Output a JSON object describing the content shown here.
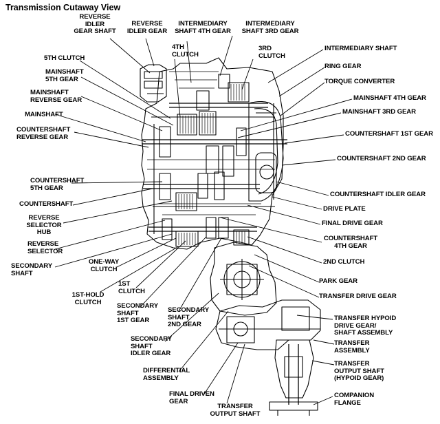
{
  "title": "Transmission Cutaway View",
  "labels": {
    "reverse_idler_gear_shaft": "REVERSE\nIDLER\nGEAR SHAFT",
    "reverse_idler_gear": "REVERSE\nIDLER GEAR",
    "intermediary_shaft_4th_gear": "INTERMEDIARY\nSHAFT 4TH GEAR",
    "intermediary_shaft_3rd_gear": "INTERMEDIARY\nSHAFT 3RD GEAR",
    "clutch_4th": "4TH\nCLUTCH",
    "clutch_3rd": "3RD\nCLUTCH",
    "clutch_5th": "5TH CLUTCH",
    "intermediary_shaft": "INTERMEDIARY SHAFT",
    "ring_gear": "RING GEAR",
    "mainshaft_5th_gear": "MAINSHAFT\n5TH GEAR",
    "torque_converter": "TORQUE CONVERTER",
    "mainshaft_reverse_gear": "MAINSHAFT\nREVERSE GEAR",
    "mainshaft_4th_gear": "MAINSHAFT 4TH GEAR",
    "mainshaft": "MAINSHAFT",
    "mainshaft_3rd_gear": "MAINSHAFT 3RD GEAR",
    "countershaft_reverse_gear": "COUNTERSHAFT\nREVERSE GEAR",
    "countershaft_1st_gear": "COUNTERSHAFT 1ST GEAR",
    "countershaft_2nd_gear": "COUNTERSHAFT 2ND GEAR",
    "countershaft_5th_gear": "COUNTERSHAFT\n5TH GEAR",
    "countershaft_idler_gear": "COUNTERSHAFT IDLER GEAR",
    "countershaft": "COUNTERSHAFT",
    "drive_plate": "DRIVE PLATE",
    "reverse_selector_hub": "REVERSE\nSELECTOR\nHUB",
    "final_drive_gear": "FINAL DRIVE GEAR",
    "reverse_selector": "REVERSE\nSELECTOR",
    "countershaft_4th_gear": "COUNTERSHAFT\n4TH GEAR",
    "secondary_shaft": "SECONDARY\nSHAFT",
    "one_way_clutch": "ONE-WAY\nCLUTCH",
    "clutch_2nd": "2ND CLUTCH",
    "park_gear": "PARK GEAR",
    "clutch_1st": "1ST\nCLUTCH",
    "clutch_1st_hold": "1ST-HOLD\nCLUTCH",
    "transfer_drive_gear": "TRANSFER DRIVE GEAR",
    "secondary_shaft_1st_gear": "SECONDARY\nSHAFT\n1ST GEAR",
    "secondary_shaft_2nd_gear": "SECONDARY\nSHAFT\n2ND GEAR",
    "transfer_hypoid_drive_gear": "TRANSFER HYPOID\nDRIVE GEAR/\nSHAFT ASSEMBLY",
    "secondary_shaft_idler_gear": "SECONDARY\nSHAFT\nIDLER GEAR",
    "transfer_assembly": "TRANSFER\nASSEMBLY",
    "differential_assembly": "DIFFERENTIAL\nASSEMBLY",
    "transfer_output_shaft_hypoid": "TRANSFER\nOUTPUT SHAFT\n(HYPOID GEAR)",
    "final_driven_gear": "FINAL DRIVEN\nGEAR",
    "companion_flange": "COMPANION\nFLANGE",
    "transfer_output_shaft": "TRANSFER\nOUTPUT SHAFT"
  }
}
